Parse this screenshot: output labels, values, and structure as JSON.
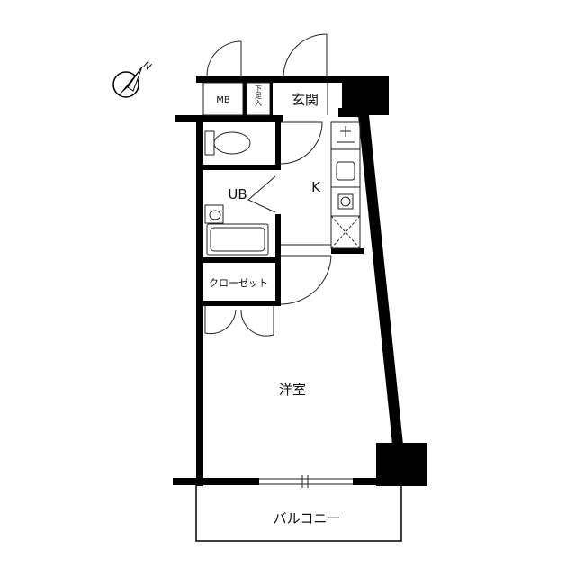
{
  "compass": {
    "label": "N",
    "icon": "north-arrow-icon"
  },
  "rooms": {
    "mb": "MB",
    "shoe_storage": "下足入",
    "entrance": "玄関",
    "kitchen": "K",
    "unit_bath": "UB",
    "closet": "クローゼット",
    "western_room": "洋室",
    "balcony": "バルコニー"
  },
  "colors": {
    "wall": "#000000",
    "line": "#222222",
    "background": "#ffffff"
  }
}
